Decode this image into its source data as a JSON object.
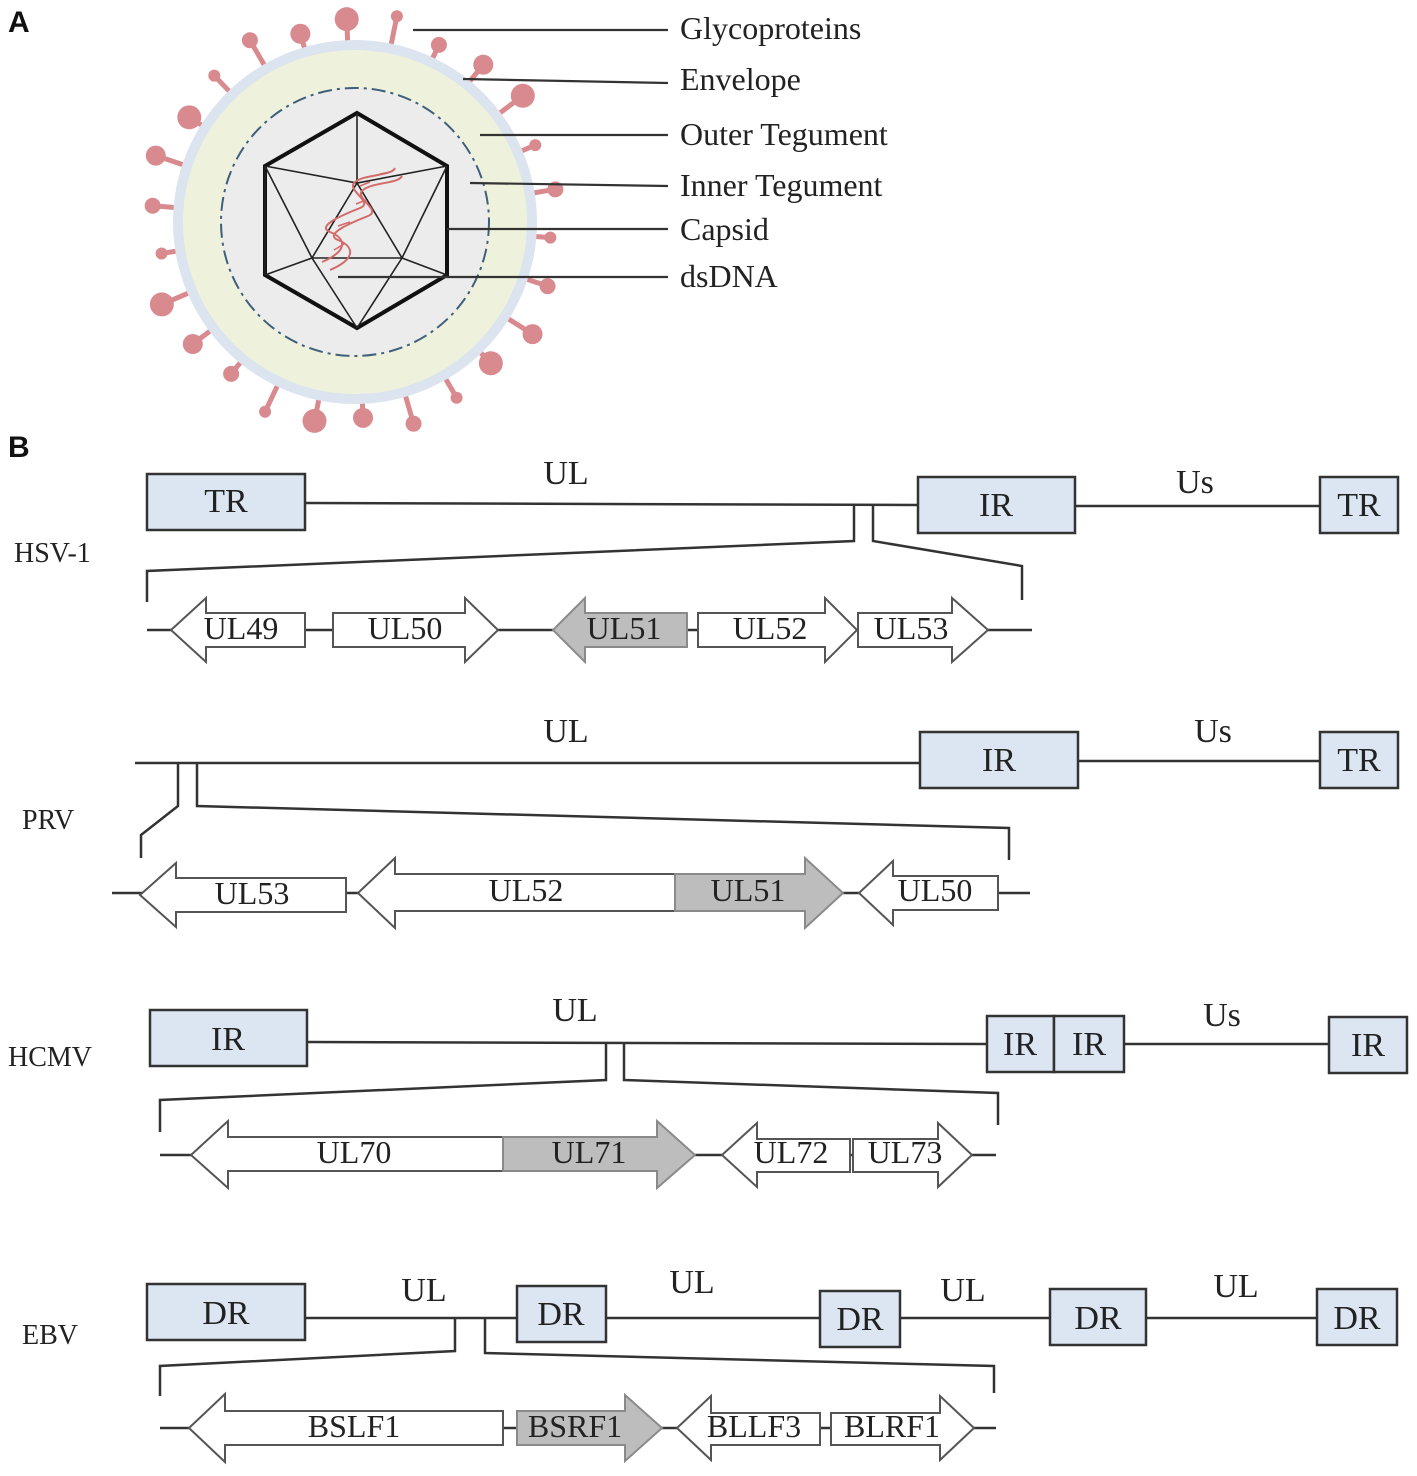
{
  "panel_a": {
    "letter": "A",
    "labels": [
      "Glycoproteins",
      "Envelope",
      "Outer Tegument",
      "Inner Tegument",
      "Capsid",
      "dsDNA"
    ],
    "colors": {
      "spike": "#d98a8e",
      "envelope": "#dce4ef",
      "tegument": "#eef2dc",
      "inner": "#ececec",
      "dna": "#d46a6a"
    }
  },
  "panel_b": {
    "letter": "B",
    "viruses": [
      "HSV-1",
      "PRV",
      "HCMV",
      "EBV"
    ],
    "hsv1": {
      "boxes": [
        "TR",
        "IR",
        "TR"
      ],
      "regions": [
        "UL",
        "Us"
      ],
      "genes": [
        "UL49",
        "UL50",
        "UL51",
        "UL52",
        "UL53"
      ]
    },
    "prv": {
      "boxes": [
        "IR",
        "TR"
      ],
      "regions": [
        "UL",
        "Us"
      ],
      "genes": [
        "UL53",
        "UL52",
        "UL51",
        "UL50"
      ]
    },
    "hcmv": {
      "boxes": [
        "IR",
        "IR",
        "IR",
        "IR"
      ],
      "regions": [
        "UL",
        "Us"
      ],
      "genes": [
        "UL70",
        "UL71",
        "UL72",
        "UL73"
      ]
    },
    "ebv": {
      "boxes": [
        "DR",
        "DR",
        "DR",
        "DR",
        "DR"
      ],
      "regions": [
        "UL",
        "UL",
        "UL",
        "UL"
      ],
      "genes": [
        "BSLF1",
        "BSRF1",
        "BLLF3",
        "BLRF1"
      ]
    },
    "colors": {
      "repeat_box": "#dce6f2",
      "highlight_gene": "#bdbdbd"
    }
  }
}
